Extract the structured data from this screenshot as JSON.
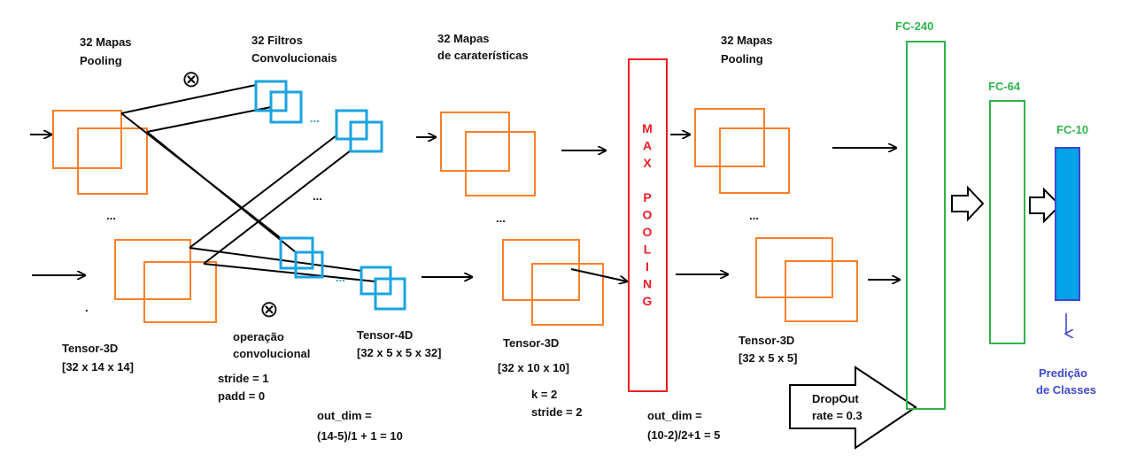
{
  "colors": {
    "feature_map": "#ff7f27",
    "filter": "#1aa3e0",
    "max_pool": "#ed1c24",
    "fully_connected": "#2eb34a",
    "output_fill": "#00a2e8",
    "output_border": "#3f48cc",
    "prediction": "#3f48cc",
    "ink": "#000000"
  },
  "stage1": {
    "title_line1": "32 Mapas",
    "title_line2": "Pooling",
    "ellipsis": "...",
    "dot": ".",
    "tensor_title": "Tensor-3D",
    "tensor_dims": "[32 x 14 x 14]"
  },
  "conv": {
    "title_line1": "32 Filtros",
    "title_line2": "Convolucionais",
    "otimes": "⊗",
    "ellipsis": "...",
    "op_line1": "operação",
    "op_line2": "convolucional",
    "stride": "stride = 1",
    "padd": "padd = 0",
    "tensor_title": "Tensor-4D",
    "tensor_dims": "[32 x 5 x 5 x 32]",
    "outdim_line1": "out_dim =",
    "outdim_line2": "(14-5)/1 + 1 = 10"
  },
  "stage2": {
    "title_line1": "32 Mapas",
    "title_line2": "de caraterísticas",
    "ellipsis": "...",
    "tensor_title": "Tensor-3D",
    "tensor_dims": "[32 x 10 x 10]",
    "k": "k = 2",
    "stride": "stride = 2"
  },
  "maxpool": {
    "letters": [
      "M",
      "A",
      "X",
      "",
      "P",
      "O",
      "O",
      "L",
      "I",
      "N",
      "G"
    ],
    "outdim_line1": "out_dim =",
    "outdim_line2": "(10-2)/2+1 = 5"
  },
  "stage3": {
    "title_line1": "32 Mapas",
    "title_line2": "Pooling",
    "ellipsis": "...",
    "tensor_title": "Tensor-3D",
    "tensor_dims": "[32 x 5 x 5]"
  },
  "dropout": {
    "line1": "DropOut",
    "line2": "rate = 0.3"
  },
  "fc": {
    "fc240": "FC-240",
    "fc64": "FC-64",
    "fc10": "FC-10"
  },
  "prediction": {
    "line1": "Predição",
    "line2": "de Classes"
  }
}
